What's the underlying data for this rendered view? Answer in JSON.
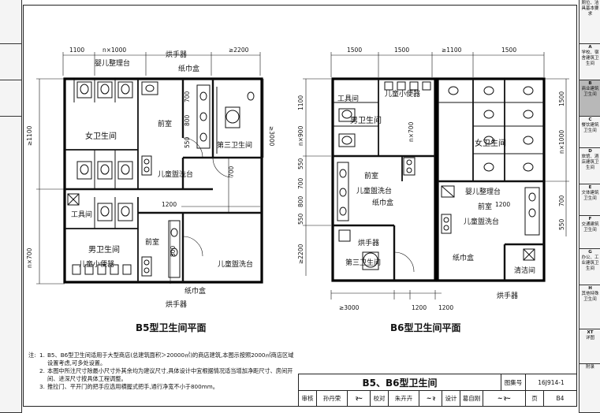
{
  "sidebar_left": [
    {
      "text": ""
    },
    {
      "text": ""
    },
    {
      "text": ""
    },
    {
      "text": ""
    }
  ],
  "sidebar_right": [
    {
      "letter": "",
      "text": "厕位、洁具基本要求"
    },
    {
      "letter": "A",
      "text": "学校、宿舍建筑卫生间"
    },
    {
      "letter": "B",
      "text": "商业建筑卫生间",
      "active": true
    },
    {
      "letter": "C",
      "text": "餐饮建筑卫生间"
    },
    {
      "letter": "D",
      "text": "旅馆、酒店建筑卫生间"
    },
    {
      "letter": "E",
      "text": "文体建筑卫生间"
    },
    {
      "letter": "F",
      "text": "交通建筑卫生间"
    },
    {
      "letter": "G",
      "text": "办公、工业建筑卫生间"
    },
    {
      "letter": "H",
      "text": "其他特殊卫生间"
    },
    {
      "letter": "XT",
      "text": "详图"
    },
    {
      "letter": "",
      "text": "附录"
    }
  ],
  "b5": {
    "title": "B5型卫生间平面",
    "dims_top": [
      "1100",
      "n×1000",
      "≥2200"
    ],
    "dims_left": [
      "≥1100",
      "n×700"
    ],
    "dims_mid": [
      "700",
      "800",
      "700",
      "550",
      "800",
      "1200"
    ],
    "labels": {
      "baby": "婴儿整理台",
      "hand_dryer_top": "烘手器",
      "towel_top": "纸巾盒",
      "front_room_top": "前室",
      "women": "女卫生间",
      "third": "第三卫生间",
      "child_sink_top": "儿童盥洗台",
      "tool": "工具间",
      "men": "男卫生间",
      "child_urinal": "儿童小便器",
      "front_room_bottom": "前室",
      "child_sink_bottom": "儿童盥洗台",
      "towel_bottom": "纸巾盒",
      "hand_dryer_bottom": "烘手器",
      "dim_3000": "≥3000"
    }
  },
  "b6": {
    "title": "B6型卫生间平面",
    "dims_top": [
      "1500",
      "1500",
      "≥1100",
      "1500"
    ],
    "dims_left": [
      "1100",
      "n×900",
      "550",
      "700",
      "800",
      "550",
      "≥2200"
    ],
    "dims_right": [
      "1500",
      "n×1000",
      "700",
      "550"
    ],
    "dims_bottom": [
      "≥3000",
      "1200",
      "1200"
    ],
    "dims_mid": [
      "n×700",
      "1200"
    ],
    "labels": {
      "tool": "工具间",
      "child_urinal": "儿童小便器",
      "men": "男卫生间",
      "women": "女卫生间",
      "front_left": "前室",
      "child_sink_left": "儿童盥洗台",
      "towel_left": "纸巾盒",
      "hand_dryer_left": "烘手器",
      "third": "第三卫生间",
      "baby": "婴儿整理台",
      "front_right": "前室",
      "child_sink_right": "儿童盥洗台",
      "towel_right": "纸巾盒",
      "cleaning": "清洁间",
      "hand_dryer_right": "烘手器"
    }
  },
  "notes": {
    "label": "注:",
    "items": [
      {
        "num": "1.",
        "text": "B5、B6型卫生间适用于大型商店(总建筑面积＞20000㎡)的商店建筑,本图示按照2000㎡商店区域设置考虑,可多处设置。"
      },
      {
        "num": "2.",
        "text": "本图中所注尺寸除最小尺寸外其余均为建议尺寸,具体设计中宜根据情况适当增加净距尺寸、房间开间、进深尺寸按具体工程调整。"
      },
      {
        "num": "3.",
        "text": "推拉门、平开门的把手应选用横握式把手,通行净宽不小于800mm。"
      }
    ]
  },
  "title_block": {
    "title": "B5、B6型卫生间",
    "atlas_label": "图集号",
    "atlas_no": "16J914-1",
    "review_label": "审核",
    "review_name": "孙丹荣",
    "check_label": "校对",
    "check_name": "朱卉卉",
    "design_label": "设计",
    "design_name": "葛自刚",
    "page_label": "页",
    "page_no": "B4"
  }
}
